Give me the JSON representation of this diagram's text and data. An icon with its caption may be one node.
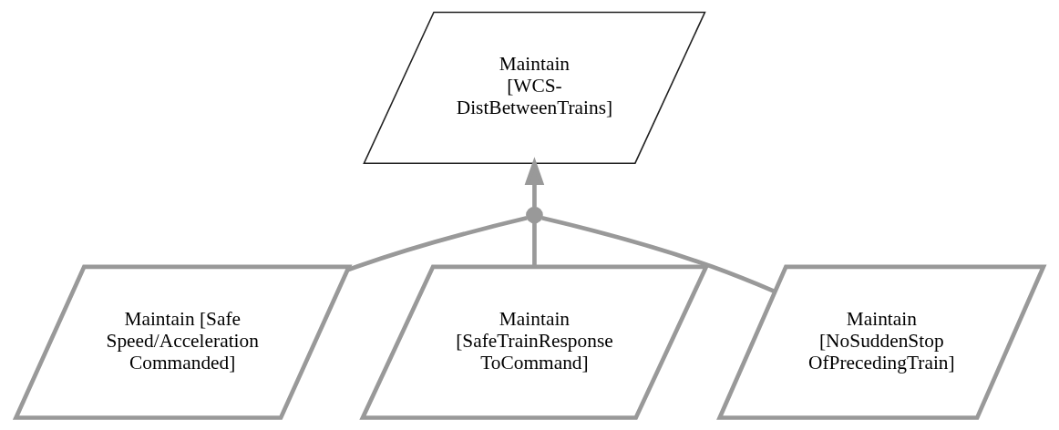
{
  "diagram": {
    "nodes": [
      {
        "text": [
          "Maintain [WCS-DistBetweenTrains]"
        ]
      },
      {
        "text": [],
        "shape": "circle"
      },
      {
        "text": [
          "Maintain [Safe Speed/Acceleration Commanded]"
        ]
      },
      {
        "text": [
          "Maintain [SafeTrainResponse ToCommand]"
        ]
      },
      {
        "text": [
          "Maintain [NoSuddenStop OfPrecedingTrain]"
        ]
      }
    ],
    "edges": [
      {
        "from": 1,
        "to": 0,
        "arrow": "to"
      },
      {
        "from": 2,
        "to": 1,
        "arrow": "none"
      },
      {
        "from": 3,
        "to": 1,
        "arrow": "none"
      },
      {
        "from": 4,
        "to": 1,
        "arrow": "none"
      }
    ]
  }
}
